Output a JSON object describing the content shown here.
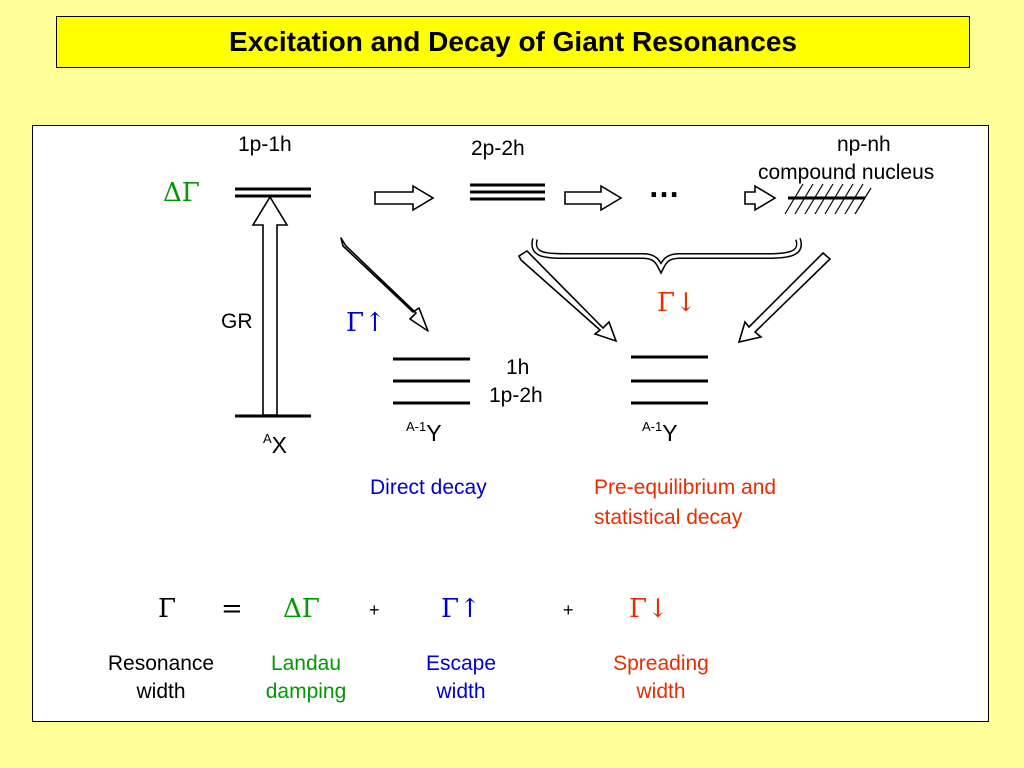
{
  "title": "Excitation and Decay of Giant Resonances",
  "colors": {
    "background": "#ffff99",
    "title_bar": "#ffff00",
    "green": "#009900",
    "blue": "#0000cc",
    "red": "#e62e00"
  },
  "diagram": {
    "level_1p1h": "1p-1h",
    "level_2p2h": "2p-2h",
    "level_npnh": "np-nh",
    "compound_nucleus": "compound nucleus",
    "ellipsis": "…",
    "delta_gamma": "ΔΓ",
    "gr_label": "GR",
    "gamma_up": "Γ↑",
    "gamma_down": "Γ↓",
    "target_sup": "A",
    "target_symbol": "X",
    "residual_sup": "A-1",
    "residual_symbol": "Y",
    "final_1h": "1h",
    "final_1p2h": "1p-2h",
    "direct_decay": "Direct decay",
    "pre_eq_line1": "Pre-equilibrium and",
    "pre_eq_line2": "statistical decay"
  },
  "equation": {
    "gamma": "Γ",
    "equals": "=",
    "delta_gamma": "ΔΓ",
    "plus": "+",
    "gamma_up": "Γ↑",
    "gamma_down": "Γ↓"
  },
  "legend": {
    "resonance_width_1": "Resonance",
    "resonance_width_2": "width",
    "landau_1": "Landau",
    "landau_2": "damping",
    "escape_1": "Escape",
    "escape_2": "width",
    "spreading_1": "Spreading",
    "spreading_2": "width"
  }
}
